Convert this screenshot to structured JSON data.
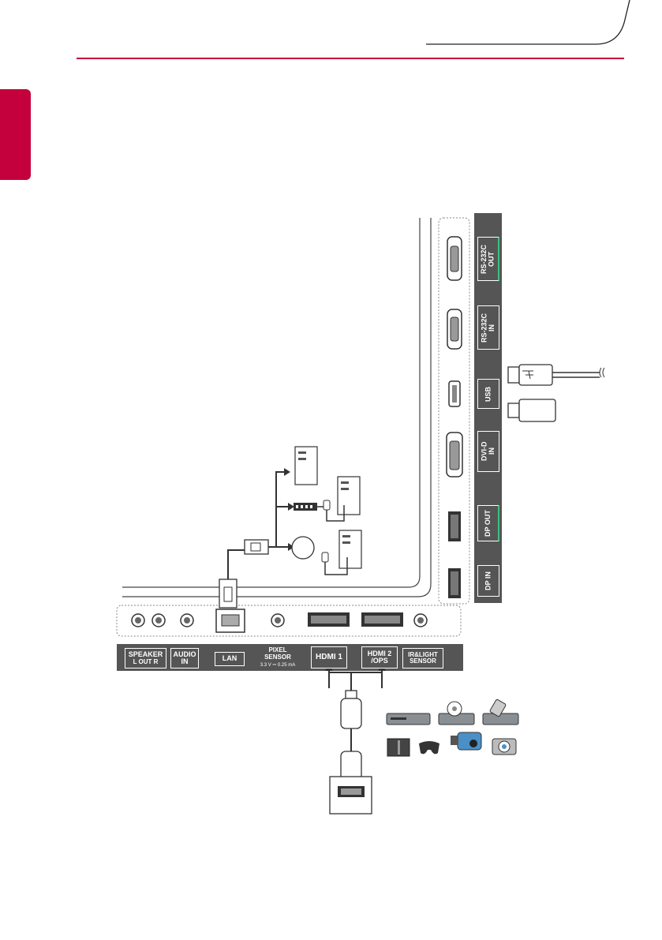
{
  "colors": {
    "accent": "#c4003d",
    "panel": "#555555",
    "line": "#333333",
    "highlight": "#3fbf7f"
  },
  "bottom_ports": {
    "speaker_out": "SPEAKER",
    "speaker_out_line2": "L OUT R",
    "audio_in": "AUDIO\nIN",
    "lan": "LAN",
    "pixel_sensor": "PIXEL\nSENSOR",
    "pixel_sensor_rating": "3.3 V ⎓ 0.25 mA",
    "hdmi1": "HDMI 1",
    "hdmi2": "HDMI 2\n/OPS",
    "ir_light_sensor": "IR&LIGHT\nSENSOR"
  },
  "side_ports": {
    "rs232c_out": "RS-232C\nOUT",
    "rs232c_in": "RS-232C\nIN",
    "usb": "USB",
    "dvi_d_in": "DVI-D\nIN",
    "dp_out": "DP OUT",
    "dp_in": "DP IN"
  },
  "icons": [
    "rs232c-port-icon",
    "usb-port-icon",
    "dvi-port-icon",
    "displayport-icon",
    "hdmi-port-icon",
    "lan-port-icon",
    "audio-jack-icon",
    "usb-cable-icon",
    "usb-stick-icon",
    "hdmi-cable-icon",
    "router-icon",
    "pc-tower-icon",
    "dvd-player-icon",
    "game-console-icon",
    "camcorder-icon",
    "camera-icon"
  ]
}
